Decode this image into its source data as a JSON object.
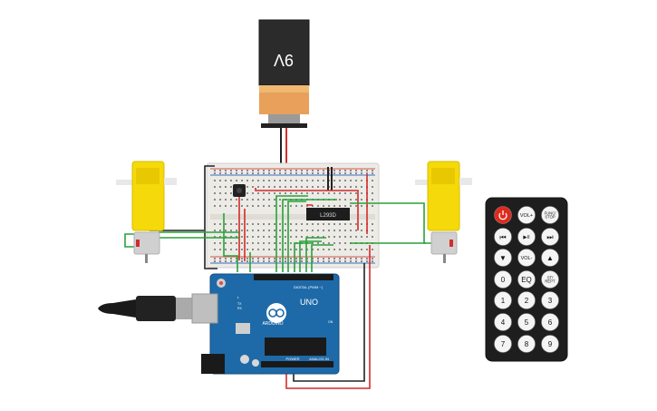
{
  "battery": {
    "label": "9V"
  },
  "chip": {
    "label": "L293D"
  },
  "arduino": {
    "brand": "ARDUINO",
    "model": "UNO",
    "digital_label": "DIGITAL (PWM ~)",
    "power_label": "POWER",
    "analog_label": "ANALOG IN",
    "tx_label": "TX",
    "rx_label": "RX",
    "l_label": "L",
    "on_label": "ON"
  },
  "remote": {
    "top_row": [
      {
        "name": "power",
        "label": ""
      },
      {
        "name": "vol-plus",
        "label": "VOL+"
      },
      {
        "name": "func-stop",
        "label": "FUNC/ STOP"
      }
    ],
    "second_row": [
      {
        "name": "prev",
        "label": "⏮"
      },
      {
        "name": "play-pause",
        "label": "▶II"
      },
      {
        "name": "next",
        "label": "⏭"
      }
    ],
    "third_row": [
      {
        "name": "down",
        "label": "▼"
      },
      {
        "name": "vol-minus",
        "label": "VOL-"
      },
      {
        "name": "up",
        "label": "▲"
      }
    ],
    "fourth_row": [
      {
        "name": "0",
        "label": "0"
      },
      {
        "name": "eq",
        "label": "EQ"
      },
      {
        "name": "st-rept",
        "label": "ST/ REPT"
      }
    ],
    "digits": [
      "1",
      "2",
      "3",
      "4",
      "5",
      "6",
      "7",
      "8",
      "9"
    ]
  },
  "colors": {
    "wire_red": "#d42b2b",
    "wire_green": "#2aa13a",
    "wire_black": "#222222",
    "board_blue": "#1e6aa8",
    "motor_yellow": "#f5d90a",
    "remote_body": "#1e1e1e",
    "power_button": "#e02a1e"
  }
}
